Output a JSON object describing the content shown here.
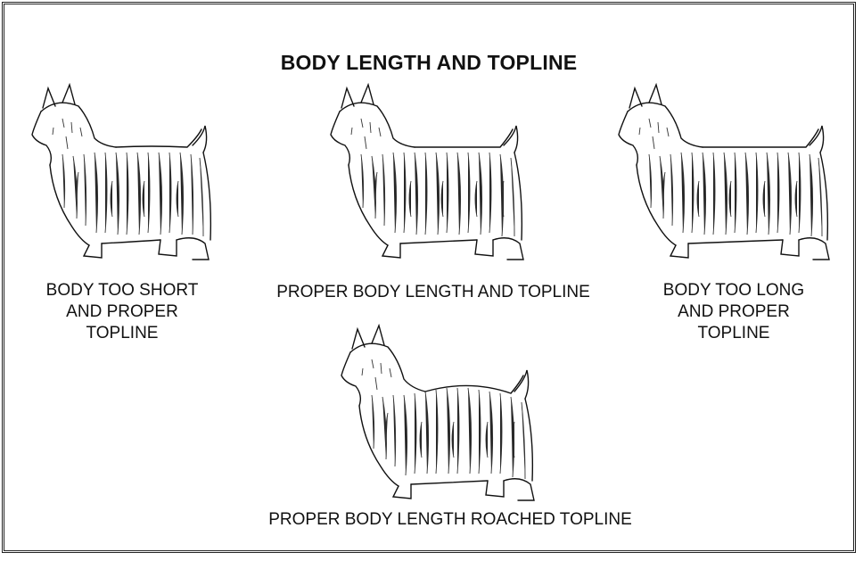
{
  "title": "BODY LENGTH AND TOPLINE",
  "figures": [
    {
      "caption": "BODY TOO SHORT\nAND PROPER\nTOPLINE",
      "image_label": "silky-terrier-body-too-short"
    },
    {
      "caption": "PROPER BODY LENGTH AND TOPLINE",
      "image_label": "silky-terrier-proper"
    },
    {
      "caption": "BODY TOO LONG\nAND PROPER\nTOPLINE",
      "image_label": "silky-terrier-body-too-long"
    },
    {
      "caption": "PROPER BODY LENGTH ROACHED TOPLINE",
      "image_label": "silky-terrier-roached"
    }
  ],
  "colors": {
    "ink": "#111111",
    "paper": "#ffffff"
  }
}
